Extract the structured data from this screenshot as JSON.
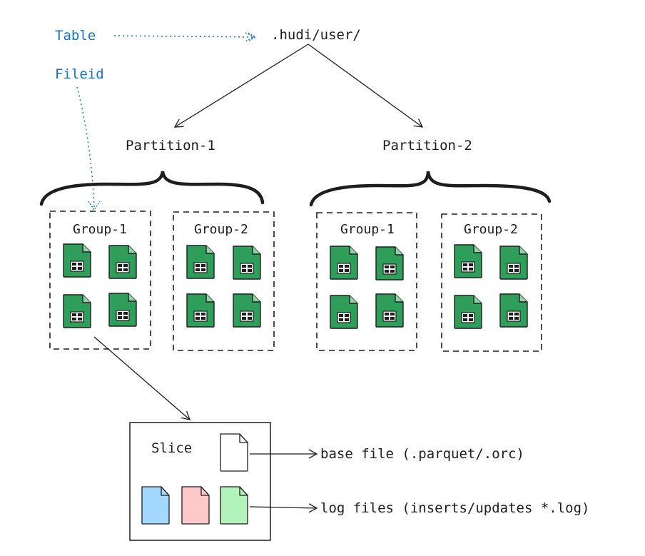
{
  "root_label": ".hudi/user/",
  "annotations": {
    "table": "Table",
    "fileid": "Fileid"
  },
  "partitions": [
    {
      "label": "Partition-1",
      "groups": [
        {
          "label": "Group-1",
          "file_count": 4
        },
        {
          "label": "Group-2",
          "file_count": 4
        }
      ]
    },
    {
      "label": "Partition-2",
      "groups": [
        {
          "label": "Group-1",
          "file_count": 4
        },
        {
          "label": "Group-2",
          "file_count": 4
        }
      ]
    }
  ],
  "slice": {
    "title": "Slice",
    "base_file_label": "base file (.parquet/.orc)",
    "log_files_label": "log files (inserts/updates *.log)",
    "log_file_colors": [
      "#a5d8ff",
      "#ffc9c9",
      "#b2f2bb"
    ]
  },
  "colors": {
    "stroke": "#1e1e1e",
    "annotation": "#1971c2",
    "data_file_fill": "#2f9e5a"
  },
  "icons": {
    "data_file": "spreadsheet-file-icon",
    "base_file": "blank-file-icon"
  }
}
